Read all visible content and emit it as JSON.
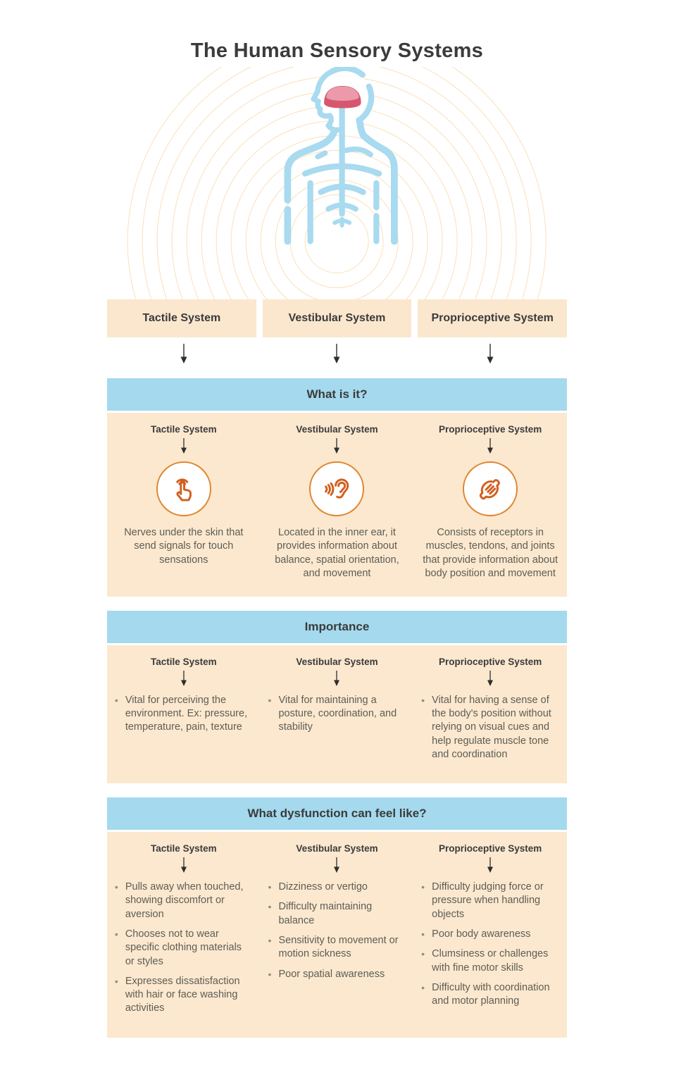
{
  "title": "The Human Sensory Systems",
  "colors": {
    "accent_blue_band": "#a4d9ee",
    "accent_peach": "#fbe8cf",
    "body_figure_blue": "#a8daf0",
    "arc_orange": "#fbdfb9",
    "icon_orange_border": "#e0862f",
    "icon_orange_glyph": "#d2601f",
    "brain_pink_dark": "#d6576f",
    "brain_pink_light": "#ec9aab",
    "heading_text": "#3b3b3b",
    "body_text": "#5e5d54"
  },
  "hero_icon": "human-nervous-system-figure",
  "systems": [
    "Tactile System",
    "Vestibular System",
    "Proprioceptive System"
  ],
  "sections": {
    "what_is_it": {
      "header": "What is it?",
      "columns": [
        {
          "system": "Tactile System",
          "icon": "touch-icon",
          "text": "Nerves under the skin that send signals for touch sensations"
        },
        {
          "system": "Vestibular System",
          "icon": "ear-icon",
          "text": "Located in the inner ear, it provides information about balance, spatial orientation, and movement"
        },
        {
          "system": "Proprioceptive System",
          "icon": "muscle-icon",
          "text": "Consists of receptors in muscles, tendons, and joints that provide information about body position and movement"
        }
      ]
    },
    "importance": {
      "header": "Importance",
      "columns": [
        {
          "system": "Tactile System",
          "bullets": [
            "Vital for perceiving the environment. Ex: pressure, temperature, pain, texture"
          ]
        },
        {
          "system": "Vestibular System",
          "bullets": [
            "Vital for maintaining a posture, coordination, and stability"
          ]
        },
        {
          "system": "Proprioceptive System",
          "bullets": [
            "Vital for having a sense of the body's position without relying on visual cues and help regulate muscle tone and coordination"
          ]
        }
      ]
    },
    "dysfunction": {
      "header": "What dysfunction can feel like?",
      "columns": [
        {
          "system": "Tactile System",
          "bullets": [
            "Pulls away when touched, showing discomfort or aversion",
            "Chooses not to wear specific clothing materials or styles",
            "Expresses dissatisfaction with hair or face washing activities"
          ]
        },
        {
          "system": "Vestibular System",
          "bullets": [
            "Dizziness or vertigo",
            "Difficulty maintaining balance",
            "Sensitivity to movement or motion sickness",
            "Poor spatial awareness"
          ]
        },
        {
          "system": "Proprioceptive System",
          "bullets": [
            "Difficulty judging force or pressure when handling objects",
            "Poor body awareness",
            "Clumsiness or challenges with fine motor skills",
            "Difficulty with coordination and motor planning"
          ]
        }
      ]
    }
  }
}
